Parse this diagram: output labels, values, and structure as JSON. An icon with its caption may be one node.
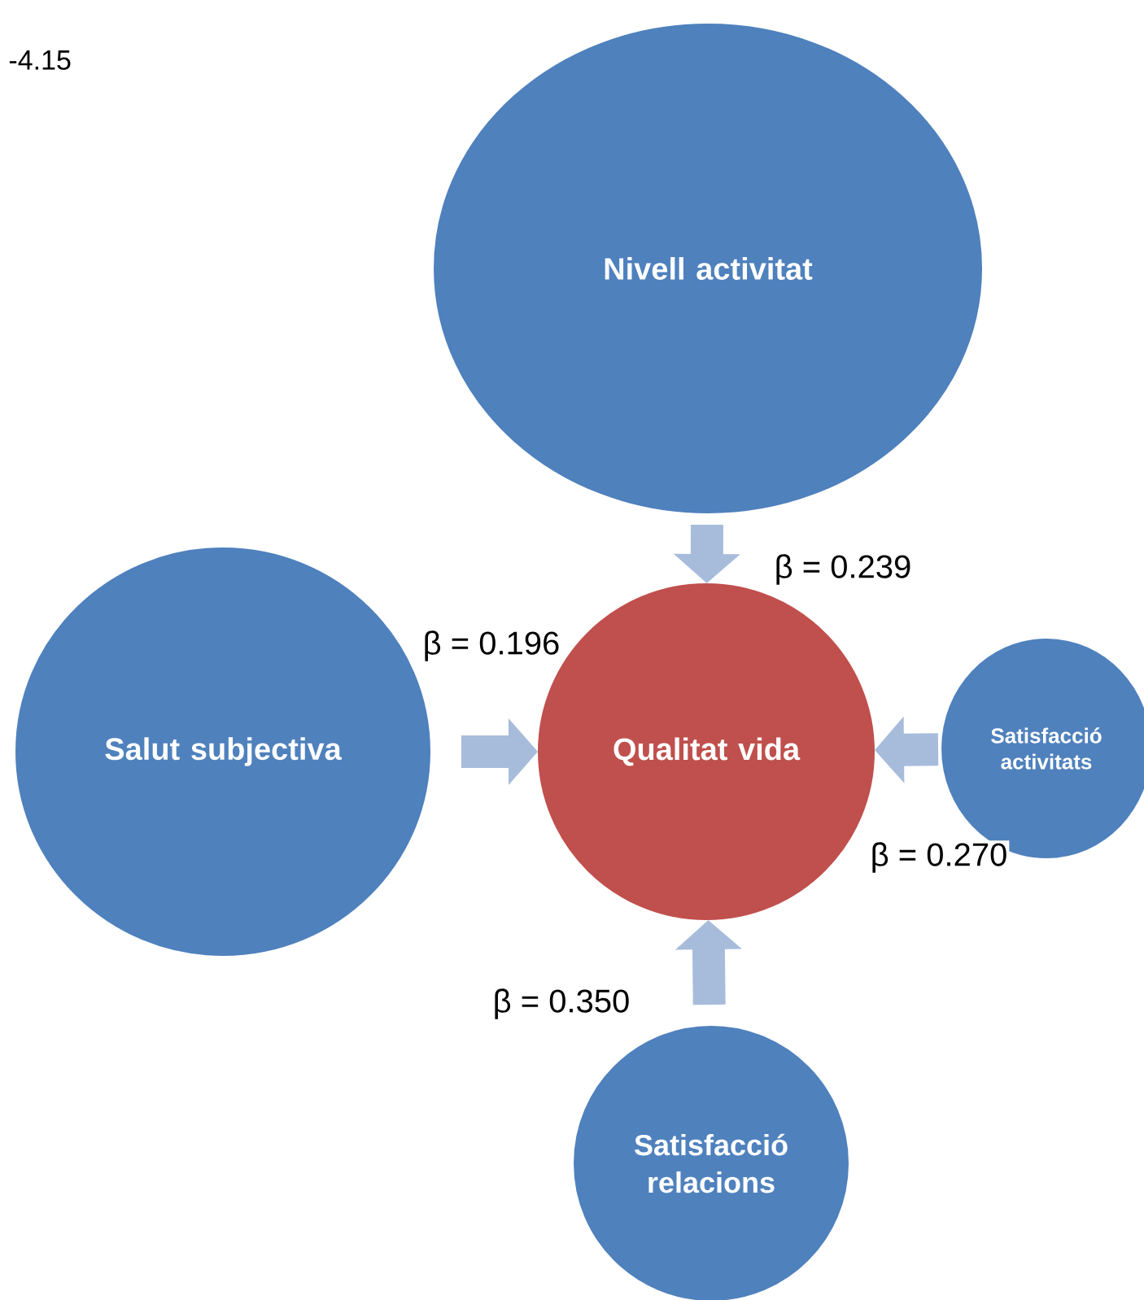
{
  "diagram": {
    "nodes": [
      {
        "text": [
          "Nivell activitat"
        ]
      },
      {
        "text": [
          "Salut subjectiva"
        ]
      },
      {
        "text": [
          "Qualitat vida"
        ]
      },
      {
        "text": [
          "Satisfacció activitats"
        ]
      },
      {
        "text": [
          "Satisfacció relacions"
        ]
      }
    ],
    "edges": [
      {
        "from": 0,
        "to": 2,
        "arrow": "to",
        "label": "β = 0.239"
      },
      {
        "from": 1,
        "to": 2,
        "arrow": "to",
        "label": "β = 0.196"
      },
      {
        "from": 3,
        "to": 2,
        "arrow": "to",
        "label": "β = 0.270"
      },
      {
        "from": 4,
        "to": 2,
        "arrow": "to",
        "label": "β = 0.350"
      }
    ],
    "labels": [
      "-4.15"
    ]
  }
}
